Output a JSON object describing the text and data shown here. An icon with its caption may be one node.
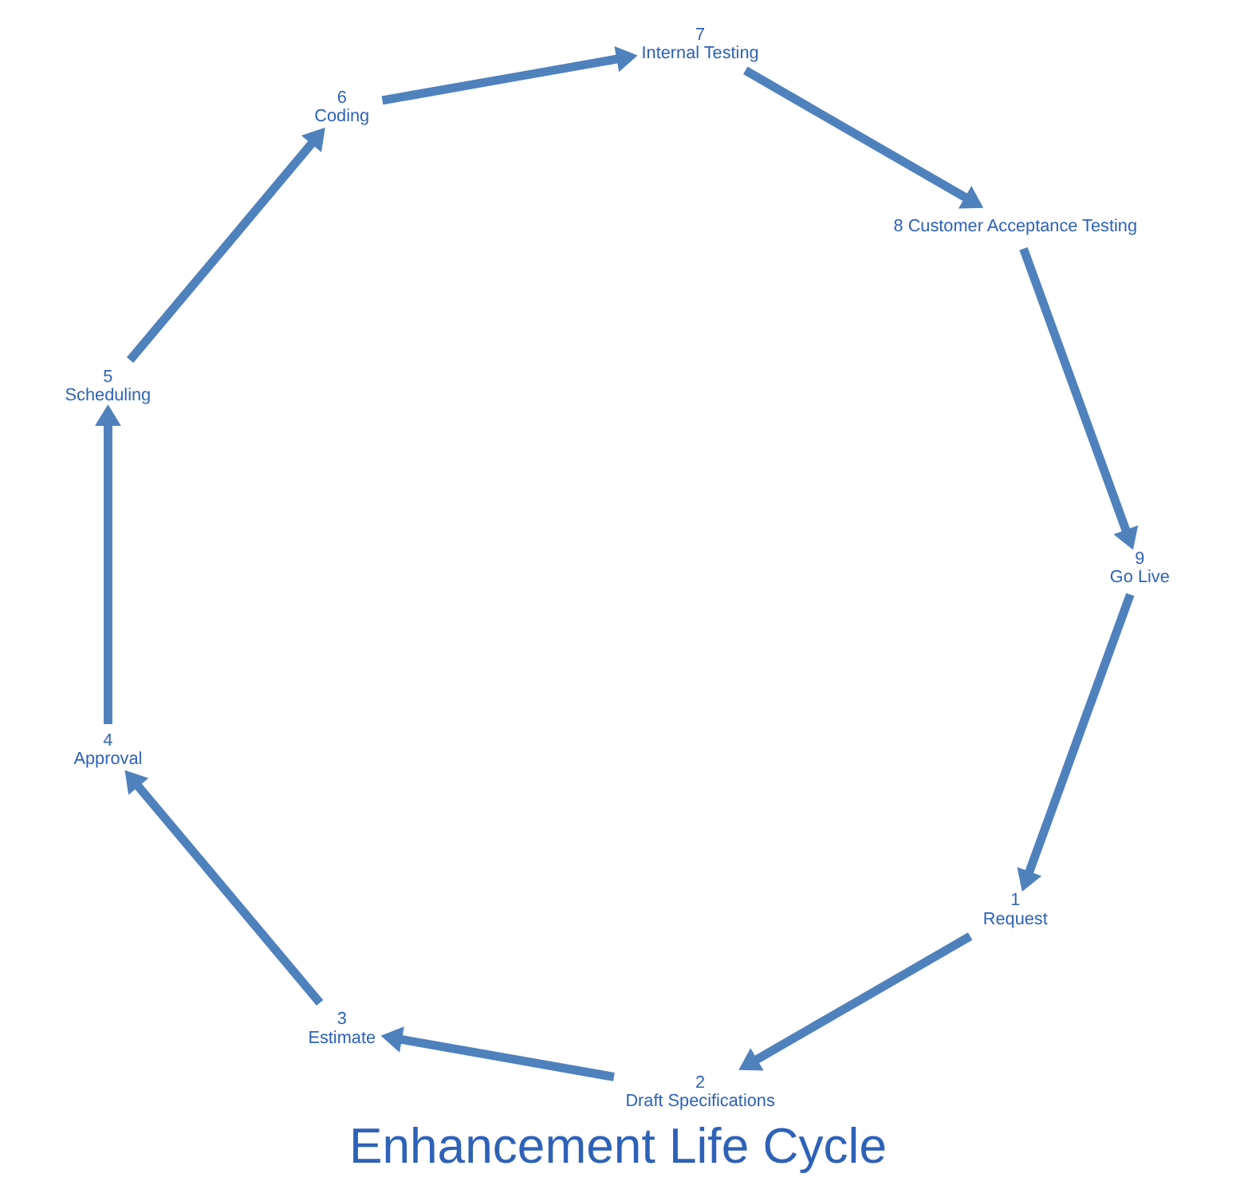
{
  "diagram": {
    "title": "Enhancement Life Cycle",
    "nodes": [
      {
        "text": [
          "1",
          "Request"
        ]
      },
      {
        "text": [
          "2",
          "Draft Specifications"
        ]
      },
      {
        "text": [
          "3",
          "Estimate"
        ]
      },
      {
        "text": [
          "4",
          "Approval"
        ]
      },
      {
        "text": [
          "5",
          "Scheduling"
        ]
      },
      {
        "text": [
          "6",
          "Coding"
        ]
      },
      {
        "text": [
          "7",
          "Internal Testing"
        ]
      },
      {
        "text": [
          "8 Customer Acceptance Testing"
        ]
      },
      {
        "text": [
          "9",
          "Go Live"
        ]
      }
    ],
    "edges": [
      {
        "from": 0,
        "to": 1,
        "arrow": "to"
      },
      {
        "from": 1,
        "to": 2,
        "arrow": "to"
      },
      {
        "from": 2,
        "to": 3,
        "arrow": "to"
      },
      {
        "from": 3,
        "to": 4,
        "arrow": "to"
      },
      {
        "from": 4,
        "to": 5,
        "arrow": "to"
      },
      {
        "from": 5,
        "to": 6,
        "arrow": "to"
      },
      {
        "from": 6,
        "to": 7,
        "arrow": "to"
      },
      {
        "from": 7,
        "to": 8,
        "arrow": "to"
      },
      {
        "from": 8,
        "to": 0,
        "arrow": "to"
      }
    ]
  }
}
